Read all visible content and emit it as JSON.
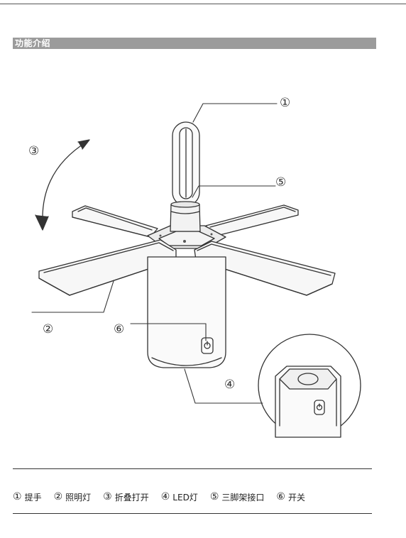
{
  "section": {
    "title": "功能介绍"
  },
  "callouts": {
    "c1": "①",
    "c2": "②",
    "c3": "③",
    "c4": "④",
    "c5": "⑤",
    "c6": "⑥"
  },
  "legend": [
    {
      "num": "①",
      "label": "提手"
    },
    {
      "num": "②",
      "label": "照明灯"
    },
    {
      "num": "③",
      "label": "折叠打开"
    },
    {
      "num": "④",
      "label": "LED灯"
    },
    {
      "num": "⑤",
      "label": "三脚架接口"
    },
    {
      "num": "⑥",
      "label": "开关"
    }
  ],
  "colors": {
    "header_bg": "#9b9b9b",
    "line": "#333333"
  }
}
